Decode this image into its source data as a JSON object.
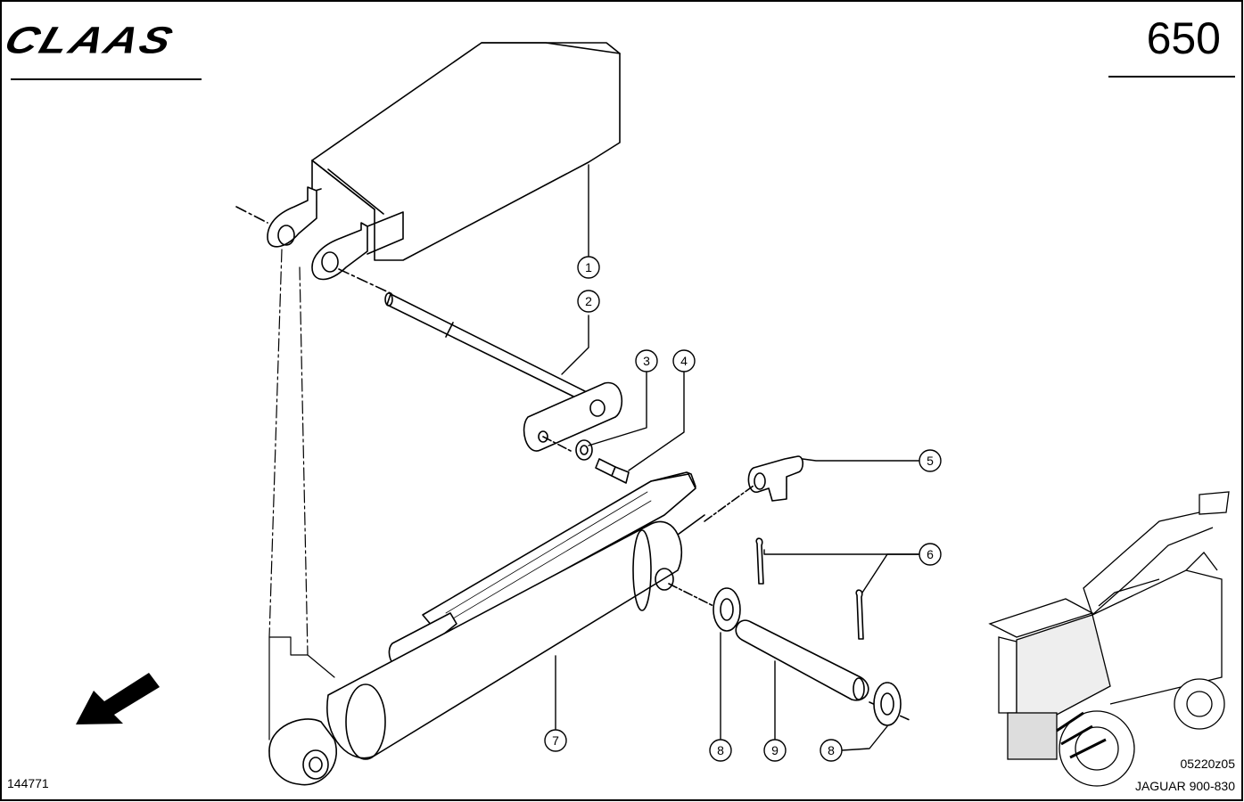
{
  "header": {
    "brand": "CLAAS",
    "page_number": "650"
  },
  "footer": {
    "drawing_id": "144771",
    "figure_code": "05220z05",
    "model": "JAGUAR 900-830"
  },
  "callouts": [
    "1",
    "2",
    "3",
    "4",
    "5",
    "6",
    "7",
    "8",
    "9",
    "8"
  ],
  "icons": {
    "direction": "travel-direction-arrow-icon",
    "vehicle": "forage-harvester-overview-icon"
  }
}
